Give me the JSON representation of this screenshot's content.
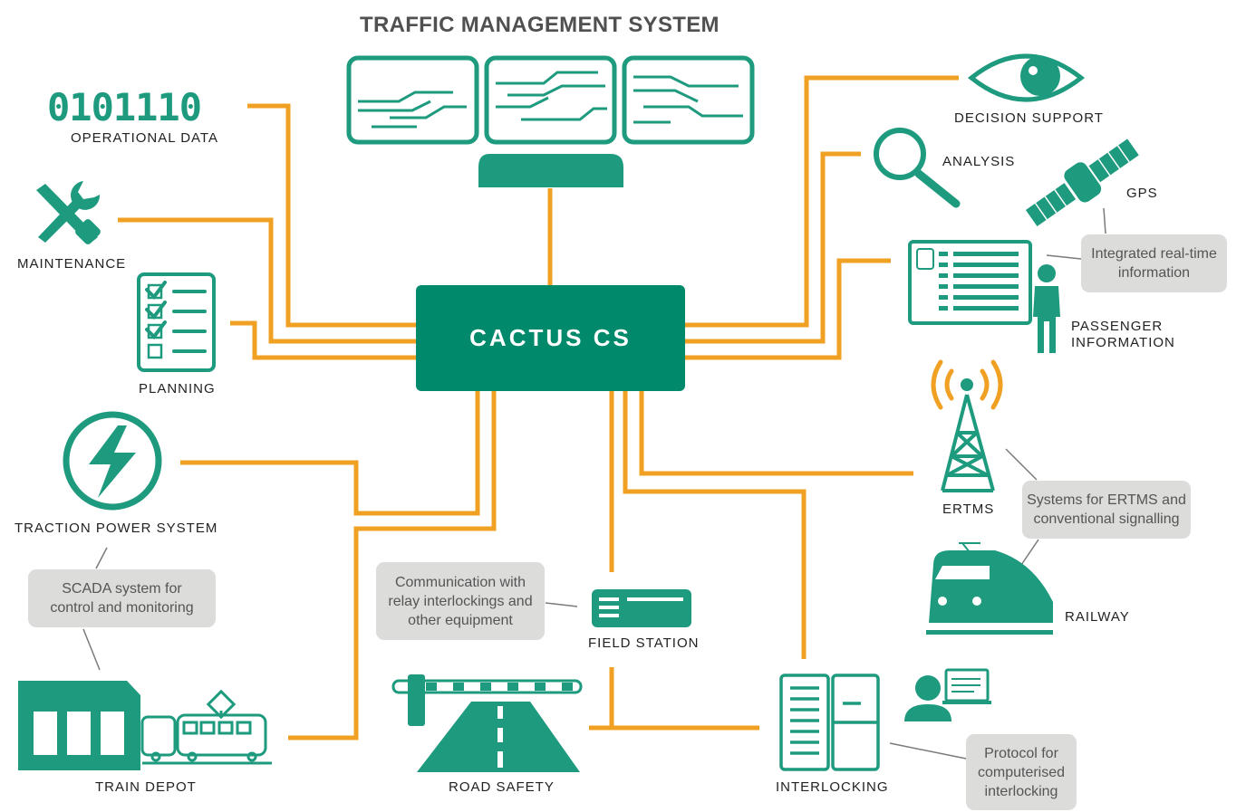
{
  "title": "TRAFFIC MANAGEMENT SYSTEM",
  "center": {
    "label": "CACTUS CS"
  },
  "binary_digits": "0101110",
  "nodes": {
    "operational_data": "OPERATIONAL DATA",
    "maintenance": "MAINTENANCE",
    "planning": "PLANNING",
    "traction_power": "TRACTION POWER SYSTEM",
    "train_depot": "TRAIN DEPOT",
    "road_safety": "ROAD SAFETY",
    "field_station": "FIELD STATION",
    "interlocking": "INTERLOCKING",
    "decision_support": "DECISION SUPPORT",
    "analysis": "ANALYSIS",
    "gps": "GPS",
    "passenger_info_line1": "PASSENGER",
    "passenger_info_line2": "INFORMATION",
    "ertms": "ERTMS",
    "railway": "RAILWAY"
  },
  "notes": {
    "realtime_line1": "Integrated real-time",
    "realtime_line2": "information",
    "ertms_line1": "Systems for ERTMS and",
    "ertms_line2": "conventional signalling",
    "scada_line1": "SCADA system for",
    "scada_line2": "control and monitoring",
    "comm_line1": "Communication with",
    "comm_line2": "relay interlockings and",
    "comm_line3": "other equipment",
    "protocol_line1": "Protocol for",
    "protocol_line2": "computerised",
    "protocol_line3": "interlocking"
  },
  "colors": {
    "green": "#1e9a7e",
    "dark_green": "#00896a",
    "orange": "#f0a023",
    "note_bg": "#dcdcdb",
    "gray_line": "#7a7a7a"
  },
  "icons": [
    "monitor-icon",
    "binary-icon",
    "tools-icon",
    "checklist-icon",
    "lightning-icon",
    "depot-icon",
    "tram-icon",
    "road-barrier-icon",
    "field-station-icon",
    "server-icon",
    "operator-icon",
    "eye-icon",
    "magnifier-icon",
    "satellite-icon",
    "info-board-icon",
    "person-icon",
    "antenna-icon",
    "train-icon"
  ]
}
